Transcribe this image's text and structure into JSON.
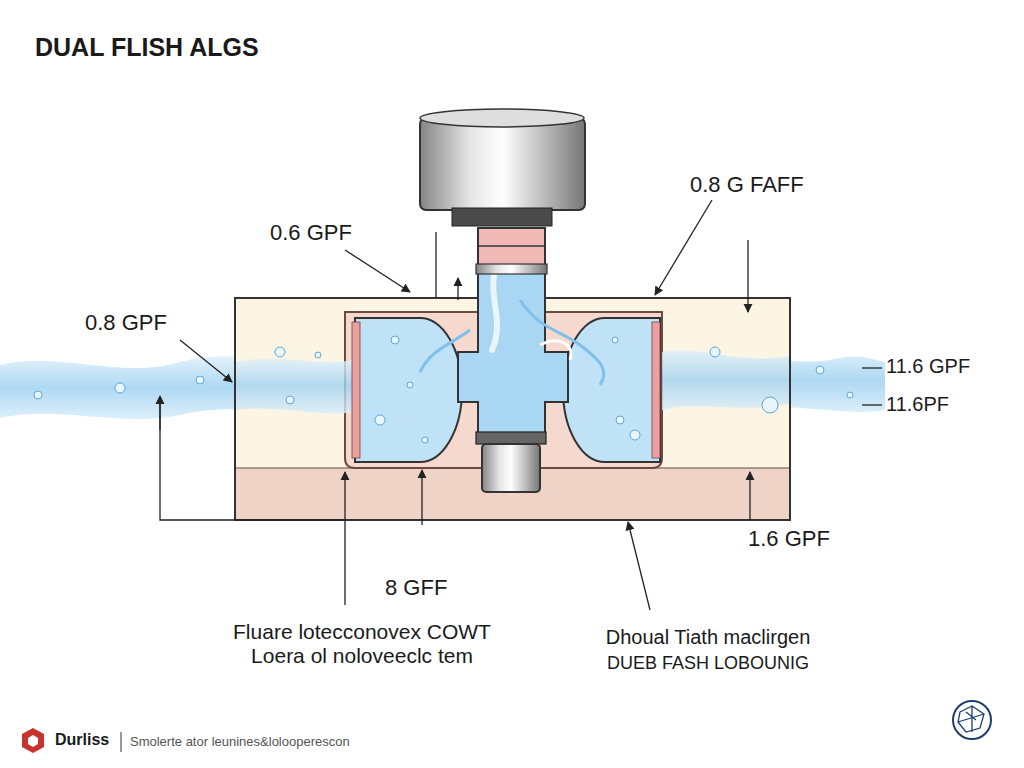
{
  "diagram": {
    "title": "DUAL FLISH ALGS",
    "labels": [
      "0.8 G FAFF",
      "0.6 GPF",
      "0.8 GPF",
      "11.6 GPF",
      "11.6PF",
      "1.6 GPF",
      "8 GFF",
      "Fluare lotecconovex COWT Loera ol noloveeclc tem",
      "Dhoual Tiath maclirgen",
      "DUEB FASH LOBOUNIG",
      "Durliss",
      "Smolerte ator leunines&lolooperescon"
    ]
  }
}
